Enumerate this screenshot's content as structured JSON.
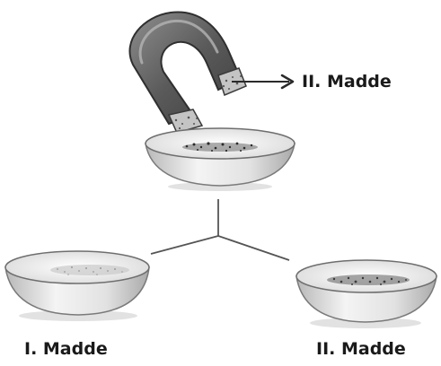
{
  "labels": {
    "magnet_side": "II. Madde",
    "bottom_left": "I. Madde",
    "bottom_right": "II. Madde"
  },
  "icons": {
    "magnet": "horseshoe-magnet-icon",
    "bowl": "bowl-icon",
    "arrow": "arrow-right-icon"
  },
  "colors": {
    "magnet_body": "#5a5a5a",
    "magnet_highlight": "#9a9a9a",
    "magnet_pole": "#bdbdbd",
    "bowl_outer": "#d6d6d6",
    "bowl_rim": "#f2f2f2",
    "particles_light": "#8a8a8a",
    "particles_dark": "#2b2b2b",
    "line": "#555555"
  }
}
